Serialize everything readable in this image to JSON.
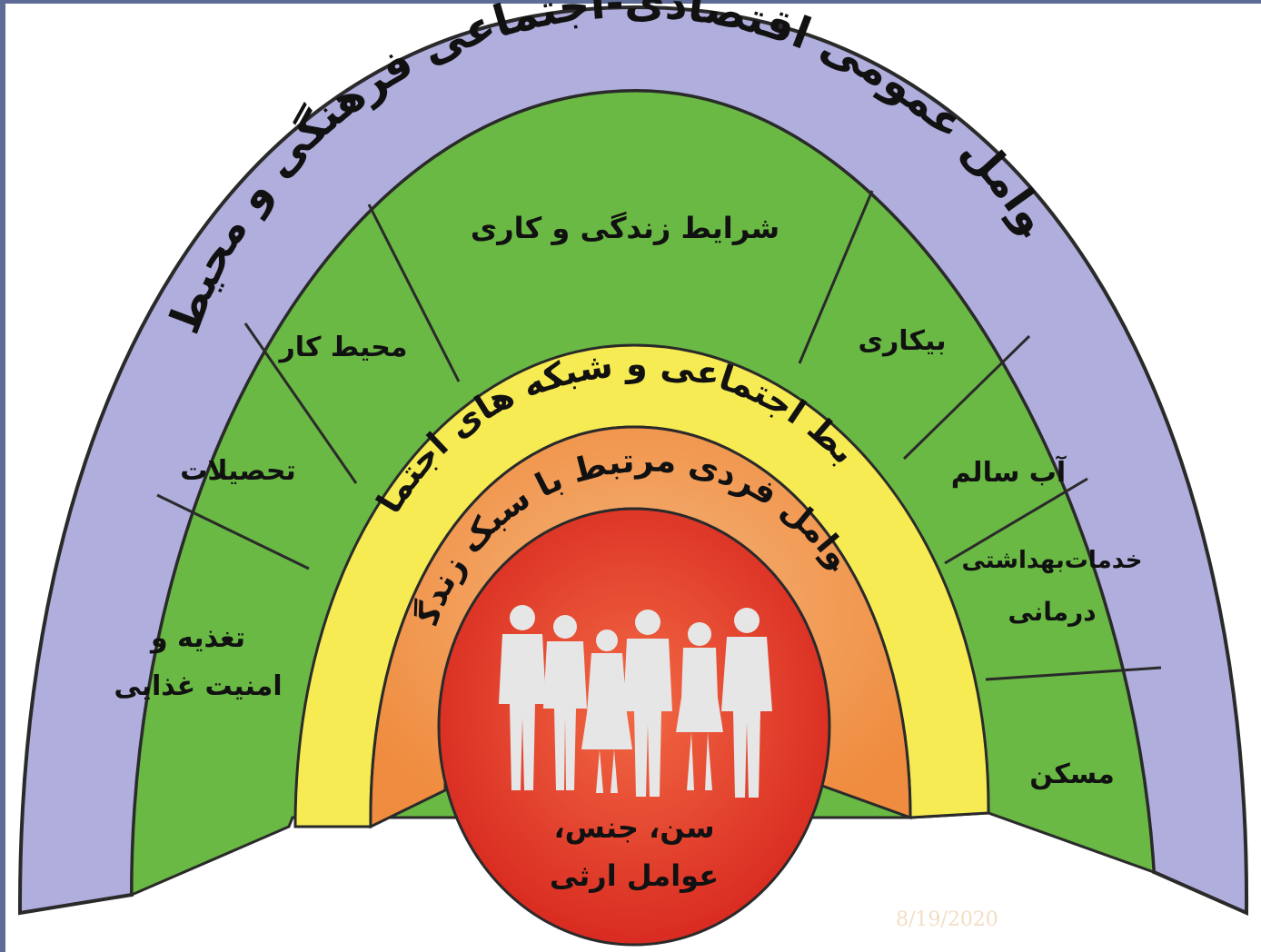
{
  "diagram": {
    "outer_ring_label": "عوامل عمومی اقتصادی-اجتماعی فرهنگی و محیطی",
    "green_sectors": {
      "left": [
        "تغذیه و",
        "امنیت غذایی",
        "تحصیلات",
        "محیط کار"
      ],
      "top": "شرایط زندگی و کاری",
      "right": [
        "بیکاری",
        "آب سالم",
        "خدمات‌بهداشتی",
        "درمانی",
        "مسکن"
      ]
    },
    "social_ring_label": "روابط اجتماعی و شبکه های اجتماعی",
    "lifestyle_ring_label": "عوامل فردی مرتبط با سبک زندگی",
    "core_label_line1": "سن، جنس،",
    "core_label_line2": "عوامل ارثی",
    "people_icon": "group-of-people-silhouettes-icon"
  },
  "colors": {
    "outer": "#b0aedd",
    "green": "#6ab944",
    "yellow": "#f6eb53",
    "orange": "#f39a4f",
    "red": "#e2382a"
  },
  "footer": {
    "date": "8/19/2020"
  }
}
